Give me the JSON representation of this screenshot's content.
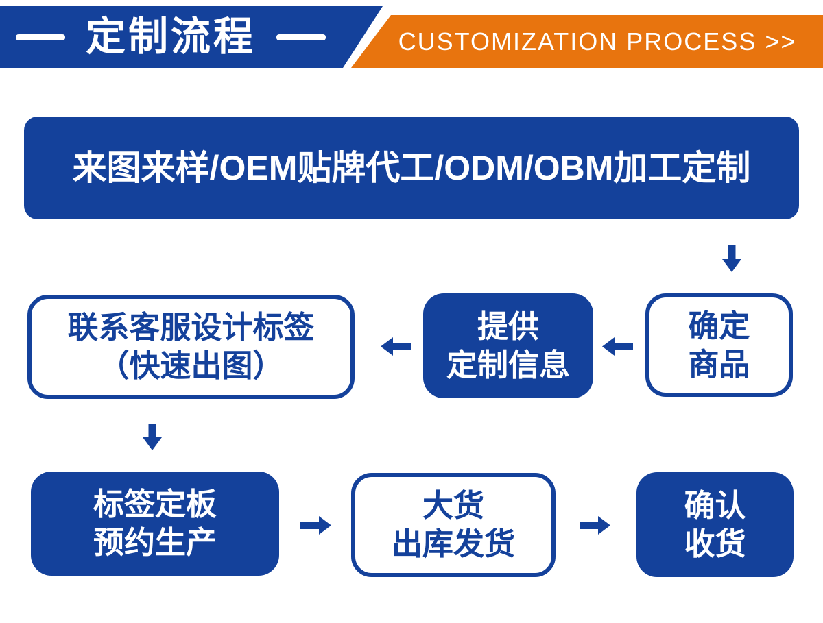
{
  "colors": {
    "primary_blue": "#14419B",
    "accent_orange": "#E8740E",
    "background": "#FFFFFF",
    "text_on_blue": "#FFFFFF"
  },
  "header": {
    "title": "定制流程",
    "subtitle": "CUSTOMIZATION PROCESS >>"
  },
  "banner": {
    "text": "来图来样/OEM贴牌代工/ODM/OBM加工定制"
  },
  "steps": {
    "confirm_product": {
      "line1": "确定",
      "line2": "商品"
    },
    "provide_info": {
      "line1": "提供",
      "line2": "定制信息"
    },
    "contact_design": {
      "line1": "联系客服设计标签",
      "line2": "（快速出图）"
    },
    "label_production": {
      "line1": "标签定板",
      "line2": "预约生产"
    },
    "bulk_ship": {
      "line1": "大货",
      "line2": "出库发货"
    },
    "confirm_receipt": {
      "line1": "确认",
      "line2": "收货"
    }
  }
}
